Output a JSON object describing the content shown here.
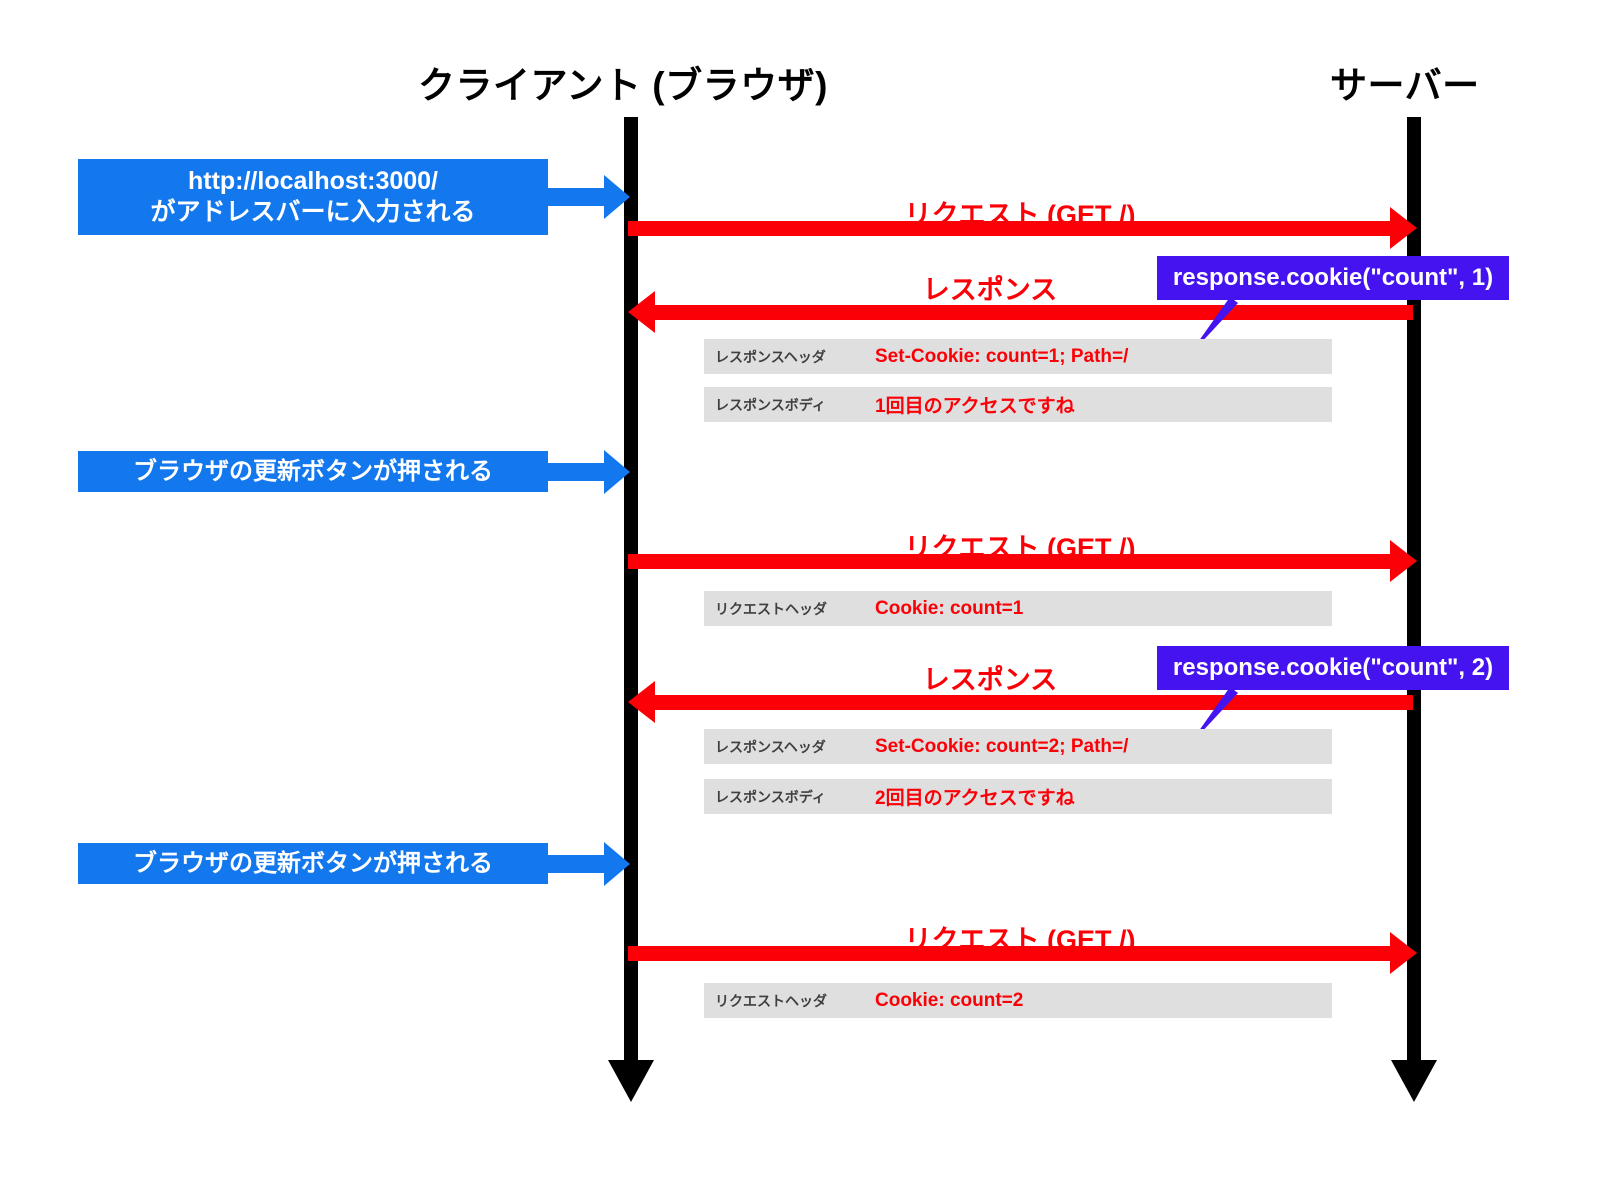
{
  "diagram": {
    "title_client": "クライアント (ブラウザ)",
    "title_server": "サーバー",
    "colors": {
      "blue": "#1378ee",
      "red": "#fb0007",
      "purple": "#4413f0",
      "gray": "#dfdfdf",
      "black": "#000000",
      "gray_text": "#3f3f3f",
      "background": "#ffffff"
    }
  },
  "actions": [
    {
      "id": "action-1",
      "line1": "http://localhost:3000/",
      "line2": "がアドレスバーに入力される"
    },
    {
      "id": "action-2",
      "line1": "ブラウザの更新ボタンが押される",
      "line2": ""
    },
    {
      "id": "action-3",
      "line1": "ブラウザの更新ボタンが押される",
      "line2": ""
    }
  ],
  "messages": [
    {
      "id": "msg-1",
      "label": "リクエスト (GET /)",
      "direction": "request"
    },
    {
      "id": "msg-2",
      "label": "レスポンス",
      "direction": "response"
    },
    {
      "id": "msg-3",
      "label": "リクエスト (GET /)",
      "direction": "request"
    },
    {
      "id": "msg-4",
      "label": "レスポンス",
      "direction": "response"
    },
    {
      "id": "msg-5",
      "label": "リクエスト (GET /)",
      "direction": "request"
    }
  ],
  "details": [
    {
      "id": "detail-1",
      "key": "レスポンスヘッダ",
      "value": "Set-Cookie: count=1; Path=/"
    },
    {
      "id": "detail-2",
      "key": "レスポンスボディ",
      "value": "1回目のアクセスですね"
    },
    {
      "id": "detail-3",
      "key": "リクエストヘッダ",
      "value": "Cookie: count=1"
    },
    {
      "id": "detail-4",
      "key": "レスポンスヘッダ",
      "value": "Set-Cookie: count=2; Path=/"
    },
    {
      "id": "detail-5",
      "key": "レスポンスボディ",
      "value": "2回目のアクセスですね"
    },
    {
      "id": "detail-6",
      "key": "リクエストヘッダ",
      "value": "Cookie: count=2"
    }
  ],
  "callouts": [
    {
      "id": "callout-1",
      "text": "response.cookie(\"count\", 1)"
    },
    {
      "id": "callout-2",
      "text": "response.cookie(\"count\", 2)"
    }
  ]
}
